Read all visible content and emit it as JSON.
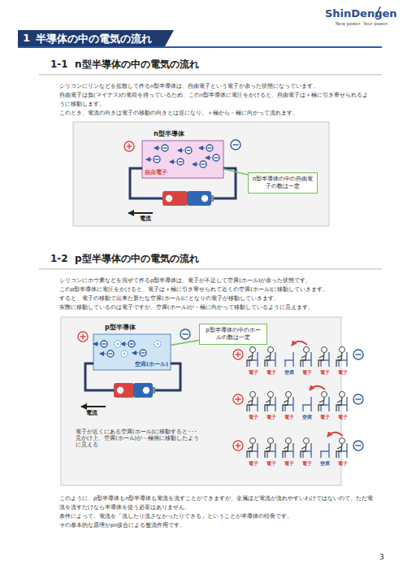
{
  "diagram": {
    "title": "半導体の中の電気の流れ",
    "nodes": [
      {
        "text": [
          "n型半導体",
          "自由電子"
        ]
      },
      {
        "text": [
          "n型半導体の中の自由電子の数は一定"
        ]
      },
      {
        "text": [
          "p型半導体",
          "空席(ホール)"
        ]
      },
      {
        "text": [
          "p型半導体の中のホールの数は一定"
        ]
      }
    ],
    "edges": [
      {
        "from": 1,
        "to": 0,
        "arrow": "none"
      },
      {
        "from": 3,
        "to": 2,
        "arrow": "none"
      }
    ],
    "labels": [
      "ShinDengen",
      "New power. Your power.",
      "1",
      "1-1",
      "n型半導体の中の電気の流れ",
      "シリコンにリンなどを拡散して作るn型半導体は、自由電子という電子が余った状態になっています。",
      "自由電子は負(マイナス)の電荷を持っているため、このn型半導体に電圧をかけると、自由電子は＋極に引き寄せられるように移動します。",
      "このとき、電流の向きは電子の移動の向きとは逆になり、＋極から－極に向かって流れます。",
      "電流",
      "1-2",
      "p型半導体の中の電気の流れ",
      "シリコンにホウ素などを混ぜて作るp型半導体は、電子が不足して空席(ホール)が余った状態です。",
      "このp型半導体に電圧をかけると、電子は＋極に引き寄せられて近くの空席(ホール)に移動していきます。",
      "すると、電子の移動で出来た新たな空席(ホール)にとなりの電子が移動していきます。",
      "実際に移動しているのは電子ですが、空席(ホール)が－極に向かって移動しているように見えます。",
      "電流",
      "電子が近くにある空席(ホール)に移動すると･･･ 見かけ上、空席(ホール)が－極側に移動したように見える",
      "電子",
      "電子",
      "空席",
      "電子",
      "電子",
      "電子",
      "電子",
      "電子",
      "電子",
      "空席",
      "電子",
      "電子",
      "電子",
      "電子",
      "電子",
      "電子",
      "空席",
      "電子",
      "このように、p型半導体もn型半導体も電流を流すことができますが、金属ほど電流が流れやすいわけではないので、ただ電流を流すだけなら半導体を使う必要はありません。",
      "条件によって、電流を「流したり流さなかったりできる」ということが半導体の特長です。",
      "その基本的な原理がpn接合による整流作用です。",
      "3"
    ]
  }
}
